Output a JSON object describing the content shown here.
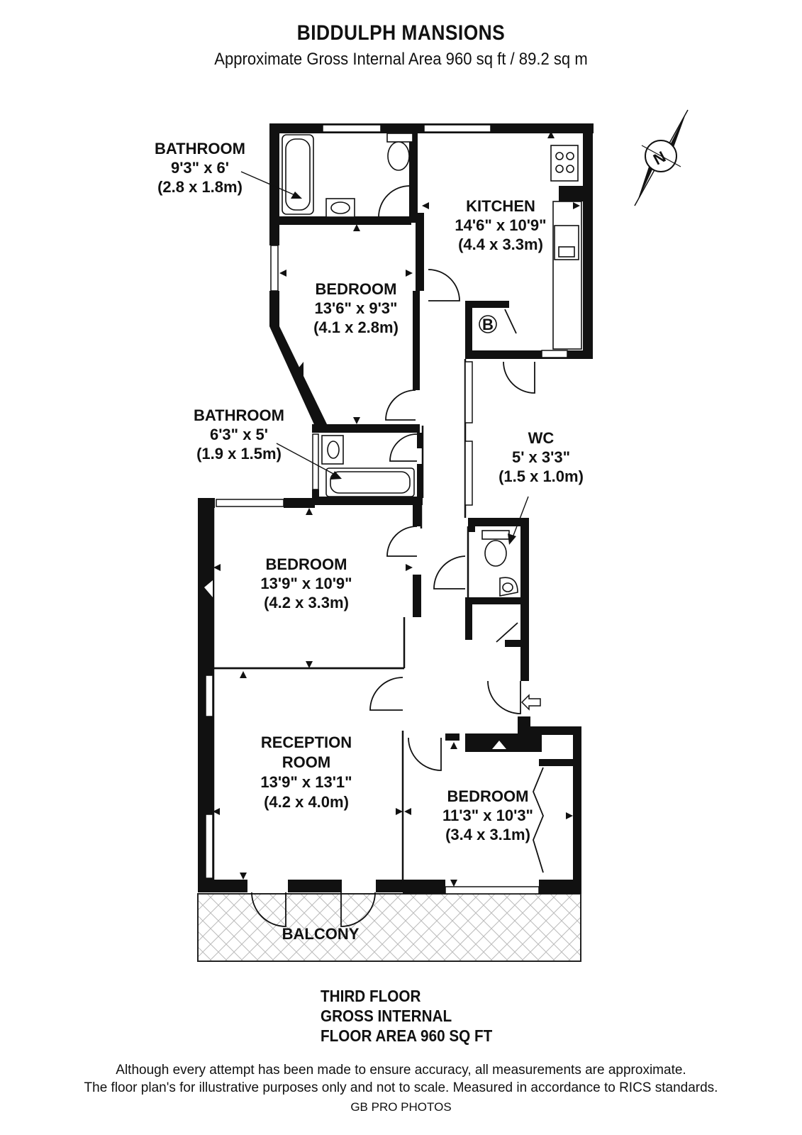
{
  "header": {
    "title": "BIDDULPH MANSIONS",
    "subtitle": "Approximate Gross Internal Area 960 sq ft / 89.2 sq m"
  },
  "rooms": {
    "bathroom1": {
      "name": "BATHROOM",
      "imperial": "9'3\" x 6'",
      "metric": "(2.8 x 1.8m)"
    },
    "kitchen": {
      "name": "KITCHEN",
      "imperial": "14'6\" x 10'9\"",
      "metric": "(4.4 x 3.3m)"
    },
    "bedroom1": {
      "name": "BEDROOM",
      "imperial": "13'6\" x 9'3\"",
      "metric": "(4.1 x 2.8m)"
    },
    "bathroom2": {
      "name": "BATHROOM",
      "imperial": "6'3\" x 5'",
      "metric": "(1.9 x 1.5m)"
    },
    "wc": {
      "name": "WC",
      "imperial": "5' x 3'3\"",
      "metric": "(1.5 x 1.0m)"
    },
    "bedroom2": {
      "name": "BEDROOM",
      "imperial": "13'9\" x 10'9\"",
      "metric": "(4.2 x 3.3m)"
    },
    "reception": {
      "name_line1": "RECEPTION",
      "name_line2": "ROOM",
      "imperial": "13'9\" x 13'1\"",
      "metric": "(4.2 x 4.0m)"
    },
    "bedroom3": {
      "name": "BEDROOM",
      "imperial": "11'3\" x 10'3\"",
      "metric": "(3.4 x 3.1m)"
    },
    "balcony": {
      "name": "BALCONY"
    }
  },
  "boiler_label": "B",
  "compass_label": "N",
  "floor_info": {
    "line1": "THIRD FLOOR",
    "line2": "GROSS INTERNAL",
    "line3": "FLOOR AREA 960 SQ FT"
  },
  "disclaimer": {
    "line1": "Although every attempt has been made to ensure accuracy, all measurements are approximate.",
    "line2": "The floor plan's for illustrative purposes only and not to scale. Measured in accordance to RICS standards.",
    "credit": "GB PRO PHOTOS"
  }
}
